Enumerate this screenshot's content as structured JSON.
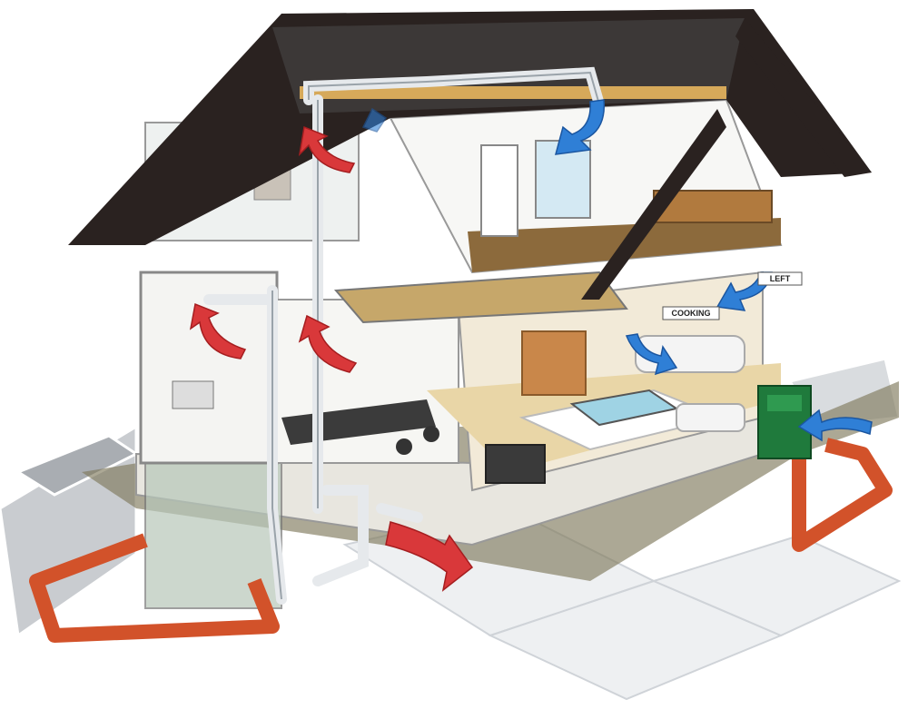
{
  "diagram": {
    "labels": {
      "left_sign": "LEFT",
      "cooking_sign": "COOKING"
    },
    "flows": [
      {
        "id": "exhaust-attic-bathroom",
        "kind": "exhaust"
      },
      {
        "id": "exhaust-ground-bathroom",
        "kind": "exhaust"
      },
      {
        "id": "exhaust-kitchen",
        "kind": "exhaust"
      },
      {
        "id": "exhaust-outlet",
        "kind": "exhaust"
      },
      {
        "id": "supply-upper-room",
        "kind": "supply"
      },
      {
        "id": "supply-attic-small",
        "kind": "supply"
      },
      {
        "id": "supply-right-room",
        "kind": "supply"
      },
      {
        "id": "supply-living-room",
        "kind": "supply"
      },
      {
        "id": "supply-intake",
        "kind": "supply"
      }
    ],
    "colors": {
      "exhaust_arrow": "#d9383a",
      "supply_arrow": "#2f7fd6",
      "ground_pipe": "#d2522a",
      "roof": "#2a2220",
      "heat_recovery_unit": "#1f7a3c"
    }
  }
}
